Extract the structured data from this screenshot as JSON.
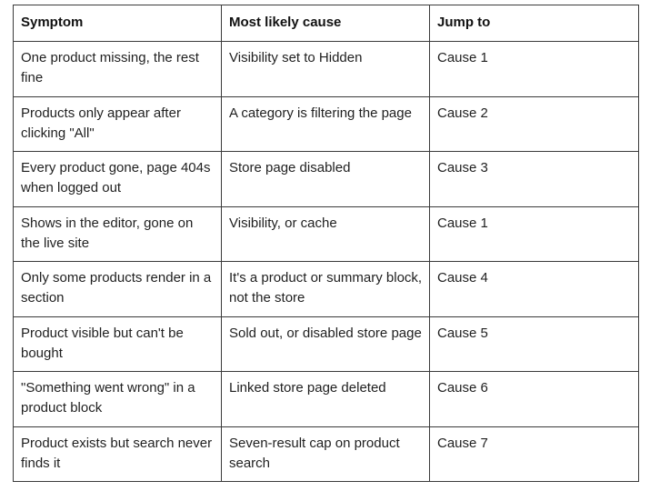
{
  "table": {
    "headers": [
      "Symptom",
      "Most likely cause",
      "Jump to"
    ],
    "rows": [
      [
        "One product missing, the rest fine",
        "Visibility set to Hidden",
        "Cause 1"
      ],
      [
        "Products only appear after clicking \"All\"",
        "A category is filtering the page",
        "Cause 2"
      ],
      [
        "Every product gone, page 404s when logged out",
        "Store page disabled",
        "Cause 3"
      ],
      [
        "Shows in the editor, gone on the live site",
        "Visibility, or cache",
        "Cause 1"
      ],
      [
        "Only some products render in a section",
        "It's a product or summary block, not the store",
        "Cause 4"
      ],
      [
        "Product visible but can't be bought",
        "Sold out, or disabled store page",
        "Cause 5"
      ],
      [
        "\"Something went wrong\" in a product block",
        "Linked store page deleted",
        "Cause 6"
      ],
      [
        "Product exists but search never finds it",
        "Seven-result cap on product search",
        "Cause 7"
      ]
    ]
  }
}
